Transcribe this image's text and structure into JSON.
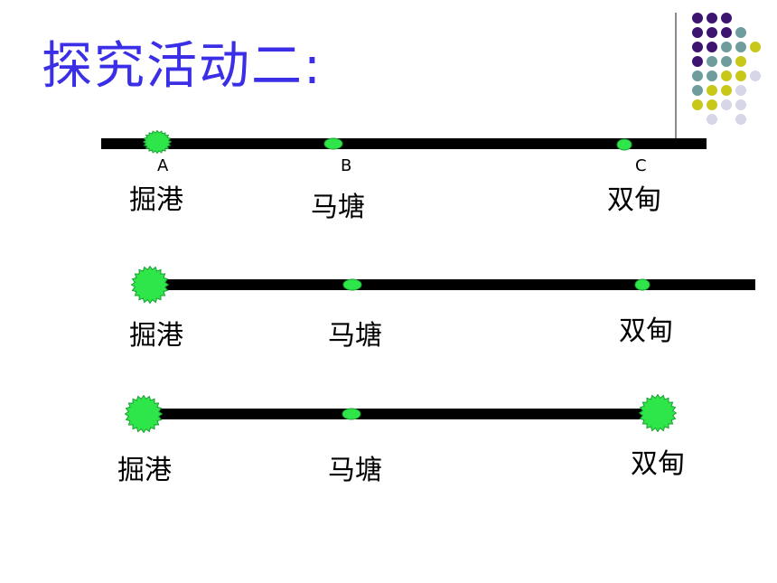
{
  "title": "探究活动二:",
  "decor_colors": {
    "purple": "#3d1470",
    "teal": "#6f9c9c",
    "olive": "#c8c81a",
    "lavender": "#d6d6e6"
  },
  "stop_color": "#2ee64a",
  "row1": {
    "letters": {
      "a": "A",
      "b": "B",
      "c": "C"
    },
    "names": {
      "a": "掘港",
      "b": "马塘",
      "c": "双甸"
    }
  },
  "row2": {
    "names": {
      "a": "掘港",
      "b": "马塘",
      "c": "双甸"
    }
  },
  "row3": {
    "names": {
      "a": "掘港",
      "b": "马塘",
      "c": "双甸"
    }
  }
}
